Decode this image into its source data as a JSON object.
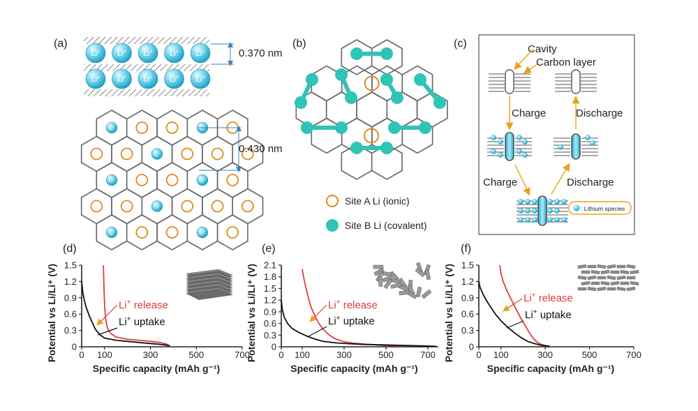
{
  "panels": {
    "a": {
      "label": "(a)",
      "ion_label": "Li",
      "ion_sup": "+",
      "spacing_interlayer": "0.370 nm",
      "spacing_lattice": "0.430 nm"
    },
    "b": {
      "label": "(b)",
      "legend": [
        {
          "name": "Site A Li (ionic)",
          "color": "#e08a1e"
        },
        {
          "name": "Site B Li (covalent)",
          "color": "#2ec4b6"
        }
      ]
    },
    "c": {
      "label": "(c)",
      "cavity": "Cavity",
      "carbon_layer": "Carbon layer",
      "charge_1": "Charge",
      "discharge_1": "Discharge",
      "charge_2": "Charge",
      "discharge_2": "Discharge",
      "legend_species": ": Lithium species"
    }
  },
  "colors": {
    "li_cyan": "#2ec4b6",
    "site_a_orange": "#e08a1e",
    "release_red": "#e03c3c",
    "uptake_black": "#111111"
  },
  "chart_data": [
    {
      "type": "line",
      "panel_label": "(d)",
      "xlabel": "Specific capacity (mAh g⁻¹)",
      "ylabel": "Potential vs Li/Li⁺ (V)",
      "xlim": [
        0,
        700
      ],
      "ylim": [
        0,
        1.5
      ],
      "xticks": [
        0,
        100,
        300,
        500,
        700
      ],
      "yticks": [
        "0",
        "0.3",
        "0.6",
        "0.9",
        "1.2",
        "1.5"
      ],
      "ytick_values": [
        0,
        0.3,
        0.6,
        0.9,
        1.2,
        1.5
      ],
      "annotations": {
        "release": "Li",
        "release_sup": "+",
        "release_rest": " release",
        "uptake": "Li",
        "uptake_sup": "+",
        "uptake_rest": " uptake"
      },
      "series": [
        {
          "key": "release",
          "color": "#e03c3c",
          "x": [
            95,
            96,
            98,
            100,
            105,
            112,
            125,
            150,
            200,
            250,
            300,
            340,
            370,
            380
          ],
          "y": [
            1.5,
            1.3,
            1.0,
            0.75,
            0.5,
            0.35,
            0.25,
            0.18,
            0.14,
            0.12,
            0.1,
            0.08,
            0.05,
            0.02
          ]
        },
        {
          "key": "uptake",
          "color": "#111111",
          "x": [
            0,
            5,
            12,
            20,
            35,
            60,
            80,
            100,
            150,
            200,
            250,
            300,
            330,
            350,
            370,
            385
          ],
          "y": [
            1.2,
            1.0,
            0.85,
            0.72,
            0.55,
            0.32,
            0.22,
            0.16,
            0.12,
            0.1,
            0.08,
            0.06,
            0.05,
            0.04,
            0.03,
            0.02
          ]
        }
      ]
    },
    {
      "type": "line",
      "panel_label": "(e)",
      "xlabel": "Specific capacity (mAh g⁻¹)",
      "ylabel": "Potential vs Li/Li⁺ (V)",
      "xlim": [
        0,
        750
      ],
      "ylim": [
        0,
        2.1
      ],
      "xticks": [
        0,
        100,
        300,
        500,
        700
      ],
      "yticks": [
        "0",
        "0.3",
        "0.6",
        "0.9",
        "1.2",
        "1.5",
        "1.8",
        "2.1"
      ],
      "ytick_values": [
        0,
        0.3,
        0.6,
        0.9,
        1.2,
        1.5,
        1.8,
        2.1
      ],
      "annotations": {
        "release": "Li",
        "release_sup": "+",
        "release_rest": " release",
        "uptake": "Li",
        "uptake_sup": "+",
        "uptake_rest": " uptake"
      },
      "series": [
        {
          "key": "release",
          "color": "#e03c3c",
          "x": [
            100,
            110,
            125,
            140,
            160,
            180,
            200,
            230,
            260,
            300,
            350,
            400,
            450,
            500,
            560
          ],
          "y": [
            2.0,
            1.7,
            1.35,
            1.05,
            0.8,
            0.6,
            0.45,
            0.3,
            0.2,
            0.13,
            0.09,
            0.07,
            0.05,
            0.03,
            0.02
          ]
        },
        {
          "key": "uptake",
          "color": "#111111",
          "x": [
            0,
            5,
            15,
            30,
            50,
            80,
            120,
            160,
            200,
            260,
            320,
            400,
            480,
            550,
            620,
            700,
            740
          ],
          "y": [
            1.2,
            0.95,
            0.75,
            0.6,
            0.48,
            0.38,
            0.28,
            0.2,
            0.14,
            0.1,
            0.08,
            0.06,
            0.05,
            0.04,
            0.03,
            0.02,
            0.01
          ]
        }
      ]
    },
    {
      "type": "line",
      "panel_label": "(f)",
      "xlabel": "Specific capacity (mAh g⁻¹)",
      "ylabel": "Potential vs Li/Li⁺ (V)",
      "xlim": [
        0,
        700
      ],
      "ylim": [
        0,
        1.5
      ],
      "xticks": [
        0,
        100,
        300,
        500,
        700
      ],
      "yticks": [
        "0",
        "0.3",
        "0.6",
        "0.9",
        "1.2",
        "1.5"
      ],
      "ytick_values": [
        0,
        0.3,
        0.6,
        0.9,
        1.2,
        1.5
      ],
      "annotations": {
        "release": "Li",
        "release_sup": "+",
        "release_rest": " release",
        "uptake": "Li",
        "uptake_sup": "+",
        "uptake_rest": " uptake"
      },
      "series": [
        {
          "key": "release",
          "color": "#e03c3c",
          "x": [
            95,
            100,
            110,
            125,
            145,
            165,
            185,
            205,
            225,
            245,
            265,
            285,
            300,
            310
          ],
          "y": [
            1.5,
            1.35,
            1.2,
            1.05,
            0.88,
            0.72,
            0.56,
            0.42,
            0.28,
            0.16,
            0.08,
            0.04,
            0.02,
            0.01
          ]
        },
        {
          "key": "uptake",
          "color": "#111111",
          "x": [
            0,
            5,
            15,
            30,
            50,
            75,
            100,
            130,
            160,
            190,
            220,
            250,
            280,
            300,
            320
          ],
          "y": [
            1.2,
            1.1,
            1.0,
            0.88,
            0.75,
            0.6,
            0.48,
            0.36,
            0.26,
            0.17,
            0.1,
            0.06,
            0.03,
            0.02,
            0.01
          ]
        }
      ]
    }
  ]
}
